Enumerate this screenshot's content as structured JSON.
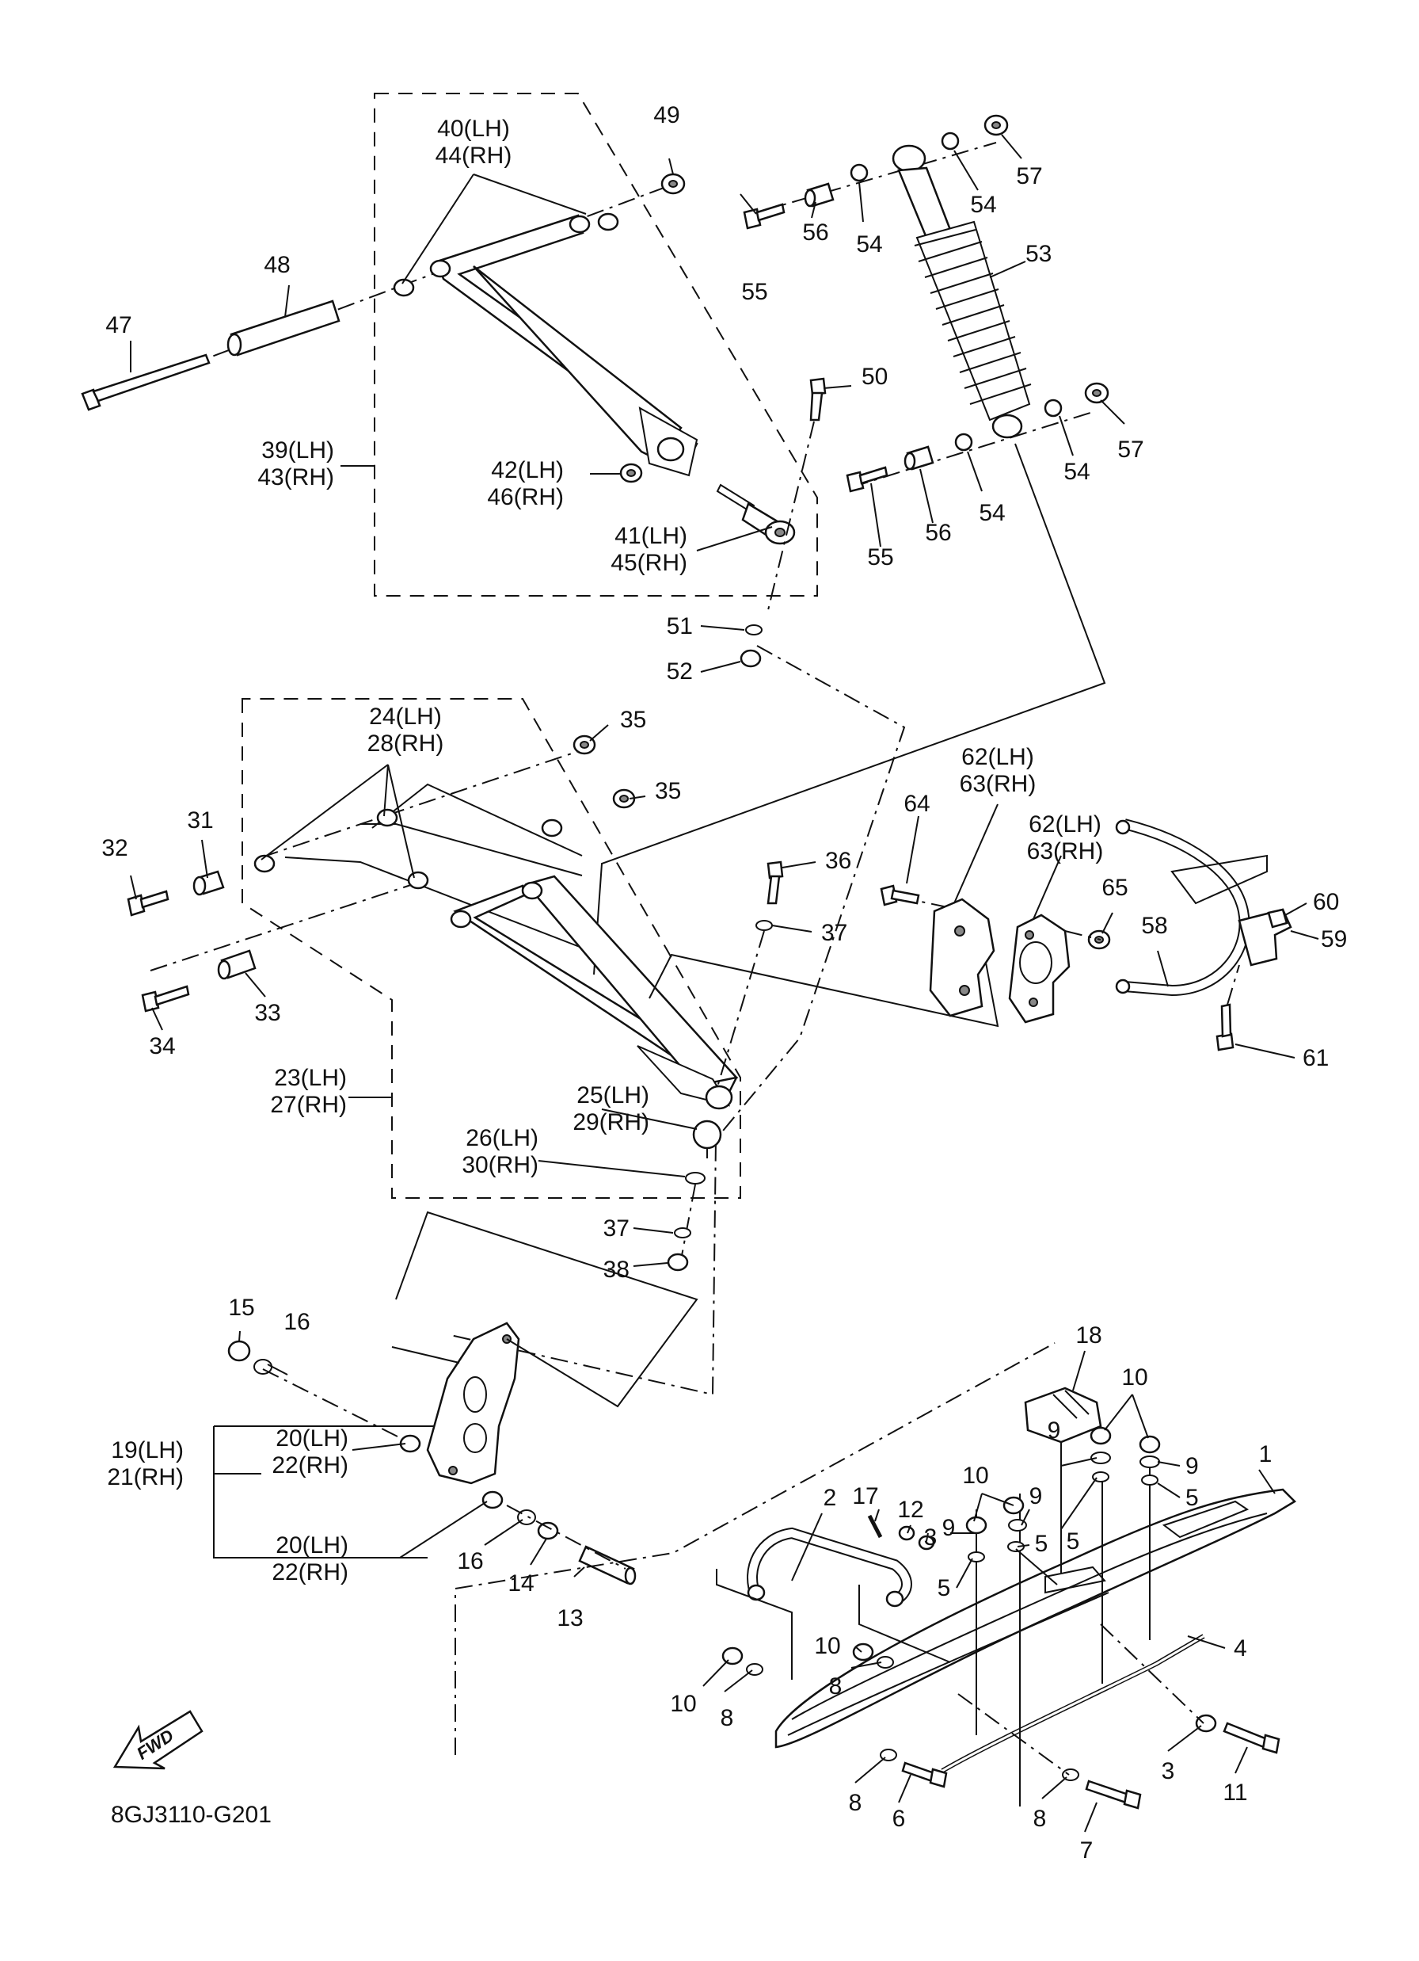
{
  "diagram": {
    "drawing_code": "8GJ3110-G201",
    "fwd_label": "FWD",
    "callouts": {
      "c1": "1",
      "c2": "2",
      "c3a": "3",
      "c3b": "3",
      "c4": "4",
      "c5a": "5",
      "c5b": "5",
      "c5c": "5",
      "c5d": "5",
      "c6": "6",
      "c7": "7",
      "c8a": "8",
      "c8b": "8",
      "c8c": "8",
      "c8d": "8",
      "c9a": "9",
      "c9b": "9",
      "c9c": "9",
      "c9d": "9",
      "c10a": "10",
      "c10b": "10",
      "c10c": "10",
      "c10d": "10",
      "c11": "11",
      "c12": "12",
      "c13": "13",
      "c14": "14",
      "c15": "15",
      "c16a": "16",
      "c16b": "16",
      "c17": "17",
      "c18": "18",
      "c19": "19(LH)",
      "c21": "21(RH)",
      "c20a": "20(LH)",
      "c22a": "22(RH)",
      "c20b": "20(LH)",
      "c22b": "22(RH)",
      "c23": "23(LH)",
      "c27": "27(RH)",
      "c24": "24(LH)",
      "c28": "28(RH)",
      "c25": "25(LH)",
      "c29": "29(RH)",
      "c26": "26(LH)",
      "c30": "30(RH)",
      "c31": "31",
      "c32": "32",
      "c33": "33",
      "c34": "34",
      "c35a": "35",
      "c35b": "35",
      "c36": "36",
      "c37a": "37",
      "c37b": "37",
      "c38": "38",
      "c39": "39(LH)",
      "c43": "43(RH)",
      "c40": "40(LH)",
      "c44": "44(RH)",
      "c41": "41(LH)",
      "c45": "45(RH)",
      "c42": "42(LH)",
      "c46": "46(RH)",
      "c47": "47",
      "c48": "48",
      "c49": "49",
      "c50": "50",
      "c51": "51",
      "c52": "52",
      "c53": "53",
      "c54a": "54",
      "c54b": "54",
      "c54c": "54",
      "c54d": "54",
      "c55a": "55",
      "c55b": "55",
      "c56a": "56",
      "c56b": "56",
      "c57a": "57",
      "c57b": "57",
      "c58": "58",
      "c59": "59",
      "c60": "60",
      "c61": "61",
      "c62a": "62(LH)",
      "c63a": "63(RH)",
      "c62b": "62(LH)",
      "c63b": "63(RH)",
      "c64": "64",
      "c65": "65"
    }
  }
}
